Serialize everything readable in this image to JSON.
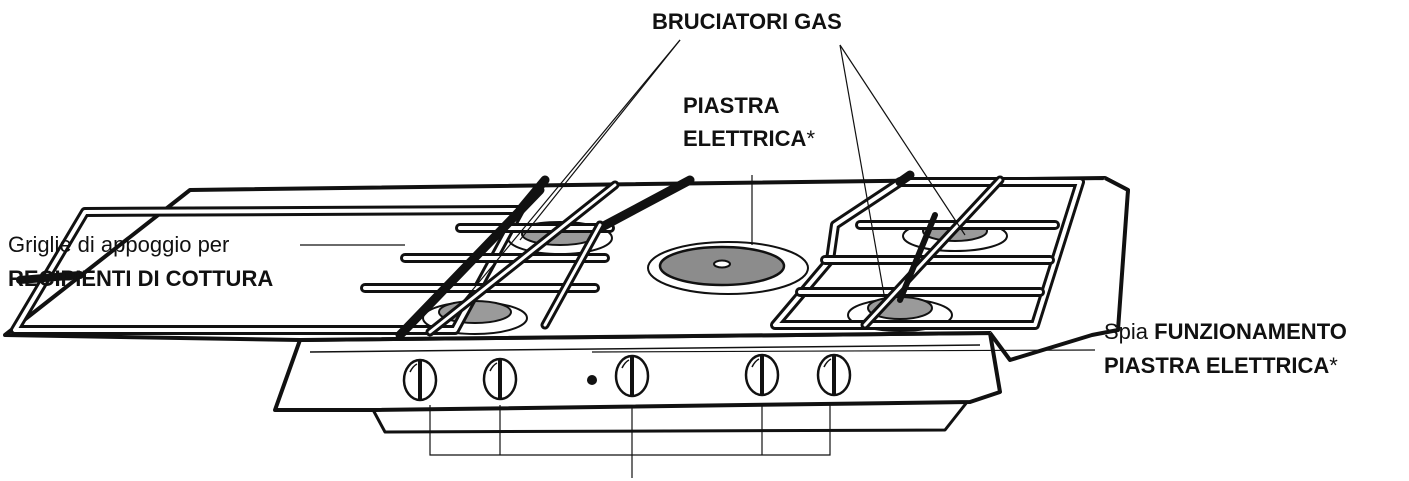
{
  "labels": {
    "gas_burners": "BRUCIATORI GAS",
    "electric_plate_line1": "PIASTRA",
    "electric_plate_line2": "ELETTRICA",
    "electric_plate_asterisk": "*",
    "grids_line1": "Griglie di appoggio per",
    "grids_line2": "RECIPIENTI DI COTTURA",
    "indicator_prefix": "Spia ",
    "indicator_line1_bold": "FUNZIONAMENTO",
    "indicator_line2_bold": "PIASTRA ELETTRICA",
    "indicator_asterisk": "*"
  },
  "colors": {
    "ink": "#111111",
    "burner_gray": "#9a9a9a",
    "plate_gray": "#8c8c8c",
    "body_white": "#ffffff"
  }
}
